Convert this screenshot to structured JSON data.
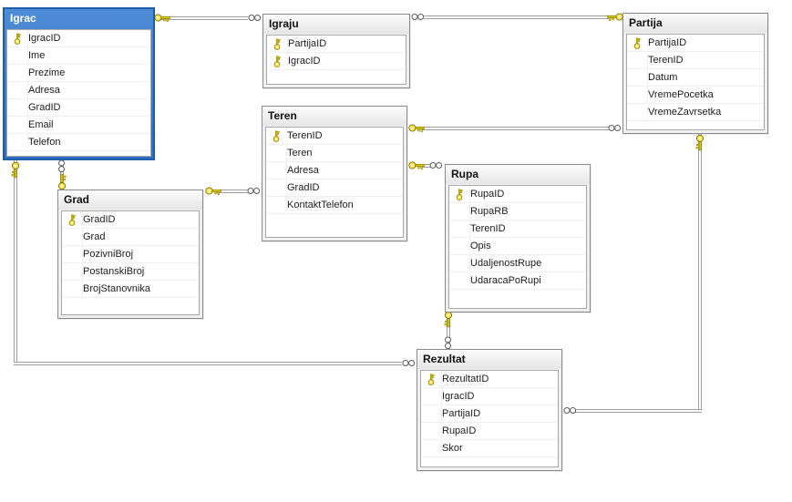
{
  "tables": {
    "igrac": {
      "title": "Igrac",
      "selected": true,
      "fields": [
        {
          "name": "IgracID",
          "primary_key": true
        },
        {
          "name": "Ime",
          "primary_key": false
        },
        {
          "name": "Prezime",
          "primary_key": false
        },
        {
          "name": "Adresa",
          "primary_key": false
        },
        {
          "name": "GradID",
          "primary_key": false
        },
        {
          "name": "Email",
          "primary_key": false
        },
        {
          "name": "Telefon",
          "primary_key": false
        }
      ]
    },
    "igraju": {
      "title": "Igraju",
      "selected": false,
      "fields": [
        {
          "name": "PartijaID",
          "primary_key": true
        },
        {
          "name": "IgracID",
          "primary_key": true
        }
      ]
    },
    "teren": {
      "title": "Teren",
      "selected": false,
      "fields": [
        {
          "name": "TerenID",
          "primary_key": true
        },
        {
          "name": "Teren",
          "primary_key": false
        },
        {
          "name": "Adresa",
          "primary_key": false
        },
        {
          "name": "GradID",
          "primary_key": false
        },
        {
          "name": "KontaktTelefon",
          "primary_key": false
        }
      ]
    },
    "partija": {
      "title": "Partija",
      "selected": false,
      "fields": [
        {
          "name": "PartijaID",
          "primary_key": true
        },
        {
          "name": "TerenID",
          "primary_key": false
        },
        {
          "name": "Datum",
          "primary_key": false
        },
        {
          "name": "VremePocetka",
          "primary_key": false
        },
        {
          "name": "VremeZavrsetka",
          "primary_key": false
        }
      ]
    },
    "rupa": {
      "title": "Rupa",
      "selected": false,
      "fields": [
        {
          "name": "RupaID",
          "primary_key": true
        },
        {
          "name": "RupaRB",
          "primary_key": false
        },
        {
          "name": "TerenID",
          "primary_key": false
        },
        {
          "name": "Opis",
          "primary_key": false
        },
        {
          "name": "UdaljenostRupe",
          "primary_key": false
        },
        {
          "name": "UdaracaPoRupi",
          "primary_key": false
        }
      ]
    },
    "grad": {
      "title": "Grad",
      "selected": false,
      "fields": [
        {
          "name": "GradID",
          "primary_key": true
        },
        {
          "name": "Grad",
          "primary_key": false
        },
        {
          "name": "PozivniBroj",
          "primary_key": false
        },
        {
          "name": "PostanskiBroj",
          "primary_key": false
        },
        {
          "name": "BrojStanovnika",
          "primary_key": false
        }
      ]
    },
    "rezultat": {
      "title": "Rezultat",
      "selected": false,
      "fields": [
        {
          "name": "RezultatID",
          "primary_key": true
        },
        {
          "name": "IgracID",
          "primary_key": false
        },
        {
          "name": "PartijaID",
          "primary_key": false
        },
        {
          "name": "RupaID",
          "primary_key": false
        },
        {
          "name": "Skor",
          "primary_key": false
        }
      ]
    }
  },
  "relationships": [
    {
      "one_side": "Igrac",
      "many_side": "Igraju"
    },
    {
      "one_side": "Partija",
      "many_side": "Igraju"
    },
    {
      "one_side": "Teren",
      "many_side": "Partija"
    },
    {
      "one_side": "Teren",
      "many_side": "Rupa"
    },
    {
      "one_side": "Grad",
      "many_side": "Teren"
    },
    {
      "one_side": "Grad",
      "many_side": "Igrac"
    },
    {
      "one_side": "Igrac",
      "many_side": "Rezultat"
    },
    {
      "one_side": "Rupa",
      "many_side": "Rezultat"
    },
    {
      "one_side": "Partija",
      "many_side": "Rezultat"
    }
  ],
  "colors": {
    "selected_header_blue": "#2f6ec2",
    "selected_border_blue": "#1f5da8",
    "table_frame_gray": "#f0f0f0",
    "table_border_gray": "#8a8a8a",
    "relationship_line_gray": "#9e9e9e",
    "key_gold": "#ffe34d"
  }
}
